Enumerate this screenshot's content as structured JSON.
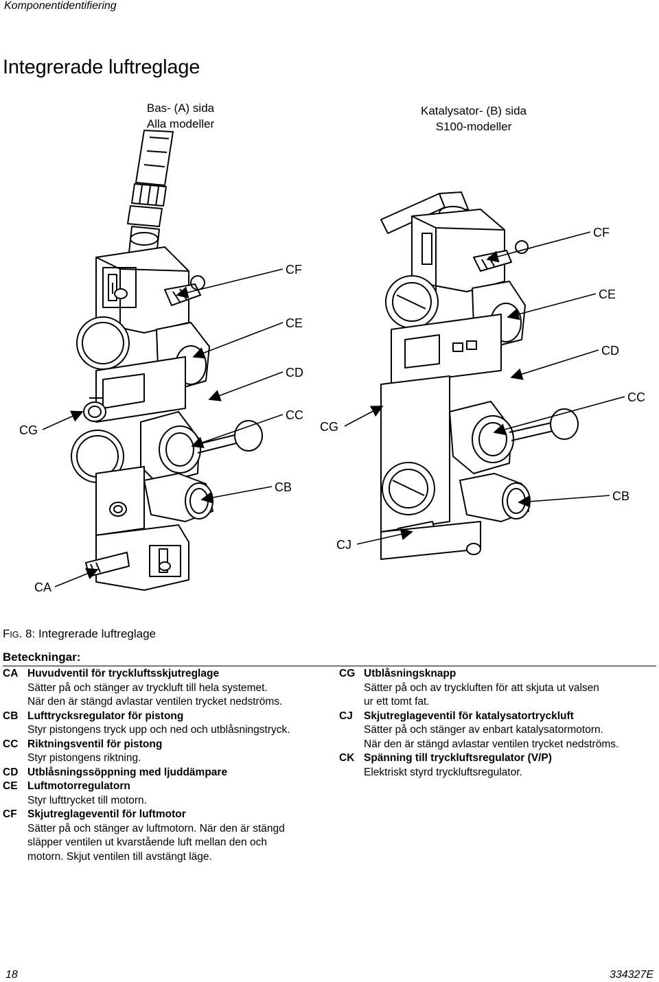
{
  "header": {
    "section": "Komponentidentifiering"
  },
  "title": "Integrerade luftreglage",
  "views": {
    "left": {
      "line1": "Bas- (A) sida",
      "line2": "Alla modeller"
    },
    "right": {
      "line1": "Katalysator- (B) sida",
      "line2": "S100-modeller"
    }
  },
  "callouts": {
    "left": {
      "cf": "CF",
      "ce": "CE",
      "cd": "CD",
      "cc": "CC",
      "cg": "CG",
      "cb": "CB",
      "ca": "CA"
    },
    "right": {
      "cf": "CF",
      "ce": "CE",
      "cd": "CD",
      "cc": "CC",
      "cg": "CG",
      "cb": "CB",
      "cj": "CJ"
    }
  },
  "caption": {
    "fi": "F",
    "ig": "IG",
    "rest": ". 8: Integrerade luftreglage"
  },
  "legend": {
    "title": "Beteckningar:",
    "left": [
      {
        "code": "CA",
        "name": "Huvudventil för tryckluftsskjutreglage",
        "desc": [
          "Sätter på och stänger av tryckluft till hela systemet.",
          "När den är stängd avlastar ventilen trycket nedströms."
        ]
      },
      {
        "code": "CB",
        "name": "Lufttrycksregulator för pistong",
        "desc": [
          "Styr pistongens tryck upp och ned och utblåsningstryck."
        ]
      },
      {
        "code": "CC",
        "name": "Riktningsventil för pistong",
        "desc": [
          "Styr pistongens riktning."
        ]
      },
      {
        "code": "CD",
        "name": "Utblåsningssöppning med ljuddämpare",
        "desc": []
      },
      {
        "code": "CE",
        "name": "Luftmotorregulatorn",
        "desc": [
          "Styr lufttrycket till motorn."
        ]
      },
      {
        "code": "CF",
        "name": "Skjutreglageventil för luftmotor",
        "desc": [
          "Sätter på och stänger av luftmotorn. När den är stängd",
          "släpper ventilen ut kvarstående luft mellan den och",
          "motorn. Skjut ventilen till avstängt läge."
        ]
      }
    ],
    "right": [
      {
        "code": "CG",
        "name": "Utblåsningsknapp",
        "desc": [
          "Sätter på och av tryckluften för att skjuta ut valsen",
          "ur ett tomt fat."
        ]
      },
      {
        "code": "CJ",
        "name": "Skjutreglageventil för katalysatortryckluft",
        "desc": [
          "Sätter på och stänger av enbart katalysatormotorn.",
          "När den är stängd avlastar ventilen trycket nedströms."
        ]
      },
      {
        "code": "CK",
        "name": "Spänning till tryckluftsregulator (V/P)",
        "desc": [
          "Elektriskt styrd tryckluftsregulator."
        ]
      }
    ]
  },
  "footer": {
    "page": "18",
    "doc": "334327E"
  }
}
